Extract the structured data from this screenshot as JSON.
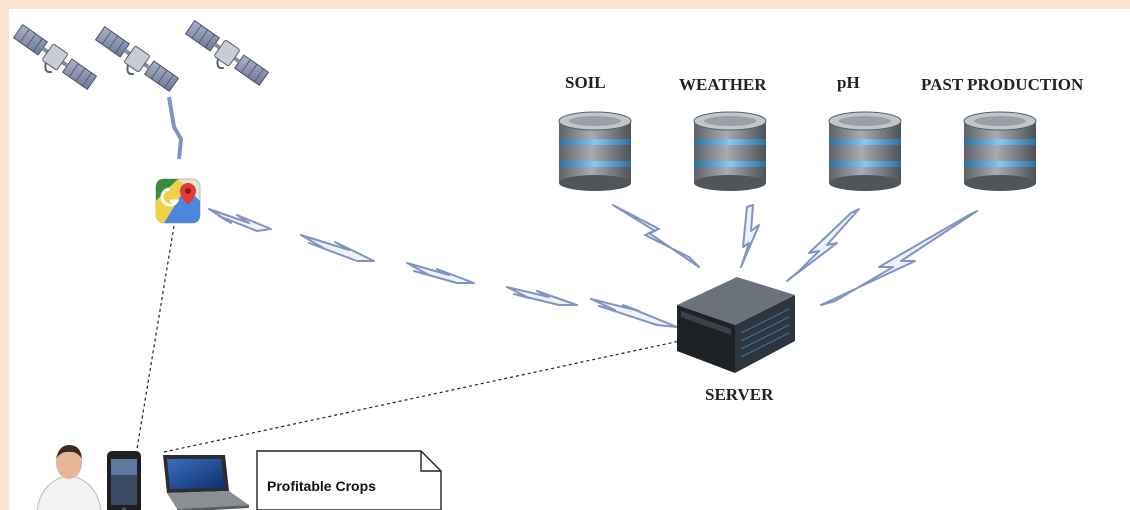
{
  "data_sources": [
    {
      "label": "SOIL"
    },
    {
      "label": "WEATHER"
    },
    {
      "label": "pH"
    },
    {
      "label": "PAST PRODUCTION"
    }
  ],
  "server": {
    "label": "SERVER"
  },
  "output_document": {
    "label": "Profitable Crops"
  },
  "icons": {
    "satellites": [
      "satellite-icon",
      "satellite-icon",
      "satellite-icon"
    ],
    "maps": "google-maps-icon",
    "database": "database-icon",
    "server": "server-icon",
    "user": "user-icon",
    "phone": "smartphone-icon",
    "laptop": "laptop-icon",
    "document": "document-icon"
  },
  "colors": {
    "page_border": "#fce4d3",
    "wireless_link": "#7f93c4",
    "wired_link": "#222222",
    "database_body": "#7d8288",
    "database_band": "#5aa9df"
  }
}
